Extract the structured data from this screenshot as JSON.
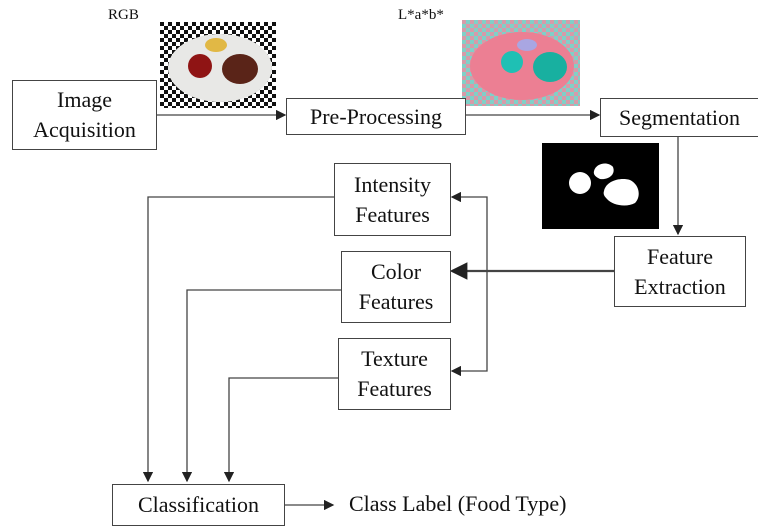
{
  "diagram": {
    "labels": {
      "rgb": "RGB",
      "lab": "L*a*b*"
    },
    "nodes": {
      "acquisition": [
        "Image",
        "Acquisition"
      ],
      "preprocessing": "Pre-Processing",
      "segmentation": "Segmentation",
      "feature_extraction": [
        "Feature",
        "Extraction"
      ],
      "intensity": [
        "Intensity",
        "Features"
      ],
      "color": [
        "Color",
        "Features"
      ],
      "texture": [
        "Texture",
        "Features"
      ],
      "classification": "Classification"
    },
    "output_label": "Class Label (Food Type)"
  }
}
